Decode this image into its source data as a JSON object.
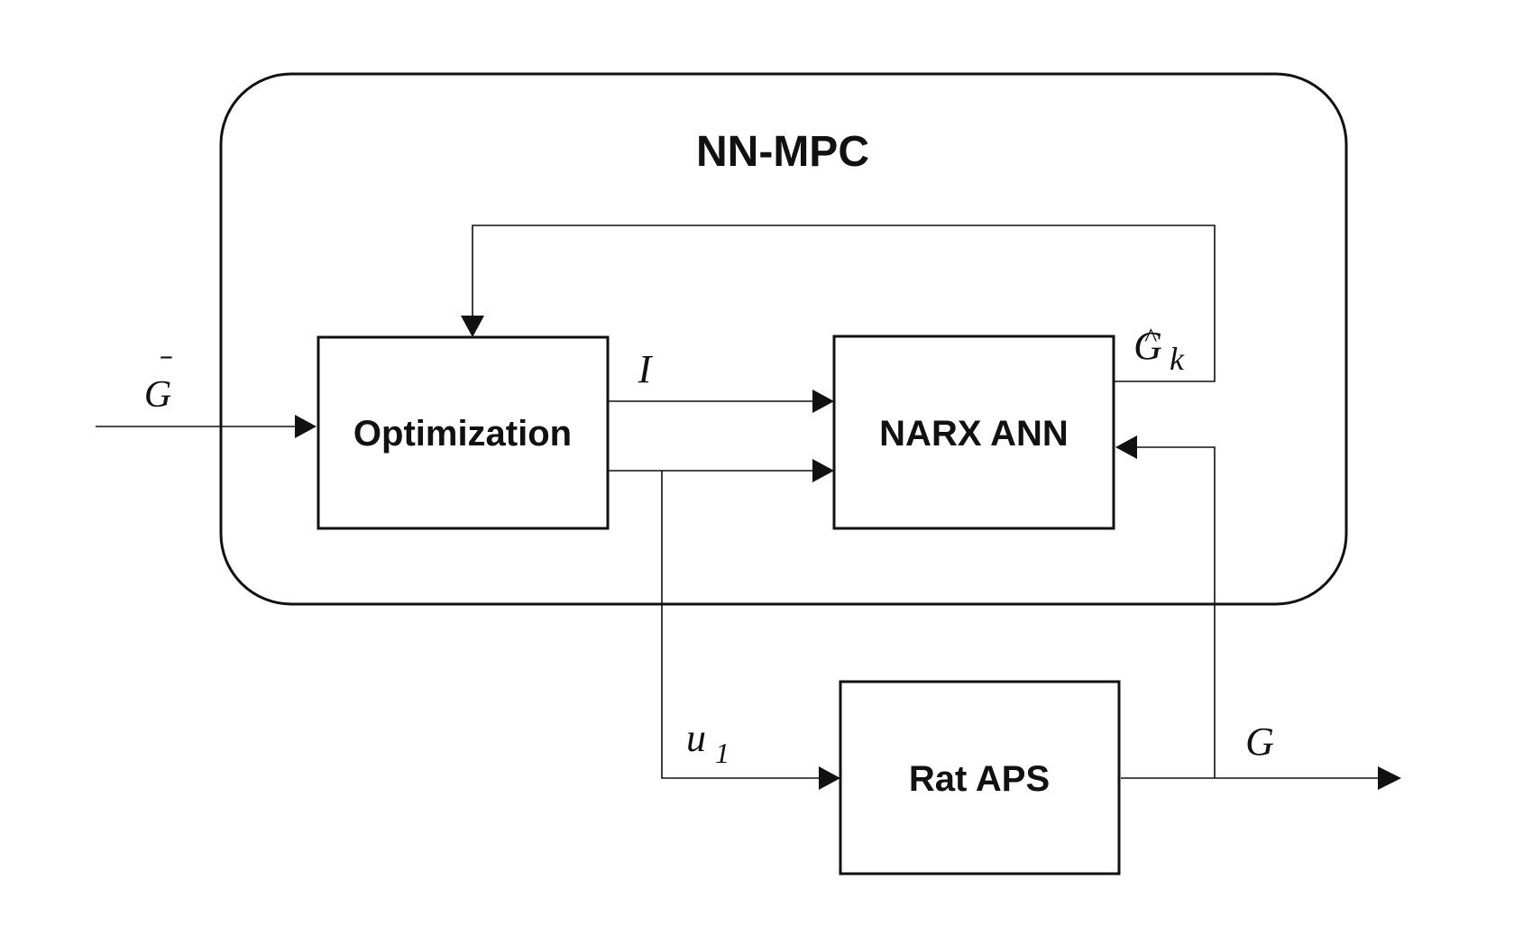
{
  "container": {
    "title": "NN-MPC"
  },
  "blocks": {
    "optimization": "Optimization",
    "narx": "NARX ANN",
    "plant": "Rat APS"
  },
  "signals": {
    "reference": "G",
    "reference_accent": "̄",
    "insulin": "I",
    "prediction": "G",
    "prediction_hat": "^",
    "prediction_sub": "k",
    "control": "u",
    "control_sub": "1",
    "output": "G"
  },
  "colors": {
    "stroke": "#111111",
    "background": "#ffffff"
  }
}
